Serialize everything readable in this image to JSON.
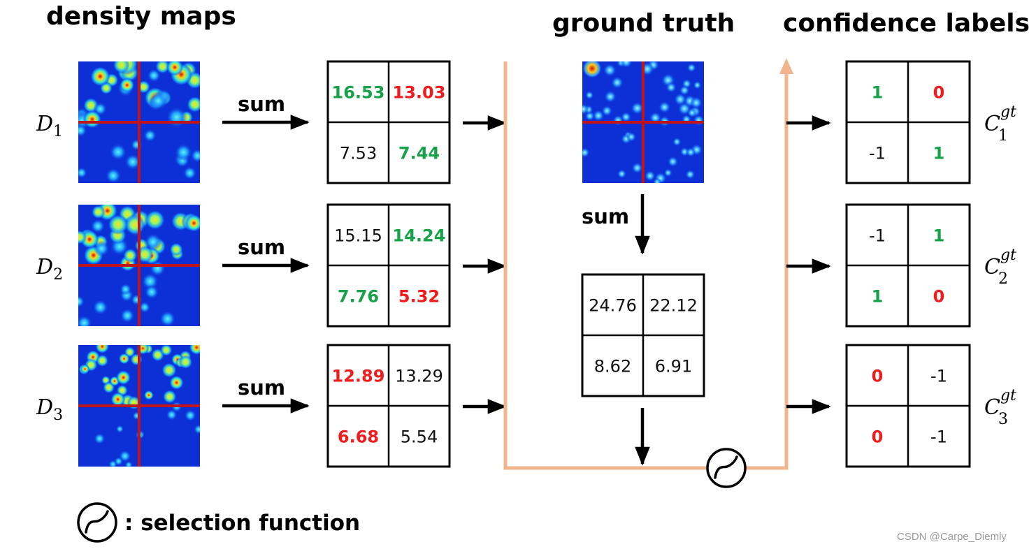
{
  "colors": {
    "green": "#17a24a",
    "red": "#ee1c1c",
    "black": "#111111",
    "flow_line": "#f2b48c",
    "divider": "#c0141a",
    "heat_bg": "#0c2fd6"
  },
  "headings": {
    "density_maps": "density maps",
    "ground_truth": "ground truth",
    "confidence_labels": "confidence labels"
  },
  "density_maps": [
    {
      "label_base": "D",
      "label_sub": "1",
      "sum_label": "sum",
      "cells": [
        {
          "value": "16.53",
          "color": "green",
          "bold": true
        },
        {
          "value": "13.03",
          "color": "red",
          "bold": true
        },
        {
          "value": "7.53",
          "color": "black",
          "bold": false
        },
        {
          "value": "7.44",
          "color": "green",
          "bold": true
        }
      ]
    },
    {
      "label_base": "D",
      "label_sub": "2",
      "sum_label": "sum",
      "cells": [
        {
          "value": "15.15",
          "color": "black",
          "bold": false
        },
        {
          "value": "14.24",
          "color": "green",
          "bold": true
        },
        {
          "value": "7.76",
          "color": "green",
          "bold": true
        },
        {
          "value": "5.32",
          "color": "red",
          "bold": true
        }
      ]
    },
    {
      "label_base": "D",
      "label_sub": "3",
      "sum_label": "sum",
      "cells": [
        {
          "value": "12.89",
          "color": "red",
          "bold": true
        },
        {
          "value": "13.29",
          "color": "black",
          "bold": false
        },
        {
          "value": "6.68",
          "color": "red",
          "bold": true
        },
        {
          "value": "5.54",
          "color": "black",
          "bold": false
        }
      ]
    }
  ],
  "ground_truth": {
    "sum_label": "sum",
    "cells": [
      {
        "value": "24.76",
        "color": "black",
        "bold": false
      },
      {
        "value": "22.12",
        "color": "black",
        "bold": false
      },
      {
        "value": "8.62",
        "color": "black",
        "bold": false
      },
      {
        "value": "6.91",
        "color": "black",
        "bold": false
      }
    ]
  },
  "confidence_labels": [
    {
      "label_base": "C",
      "label_sub": "1",
      "label_sup": "gt",
      "cells": [
        {
          "value": "1",
          "color": "green",
          "bold": true
        },
        {
          "value": "0",
          "color": "red",
          "bold": true
        },
        {
          "value": "-1",
          "color": "black",
          "bold": false
        },
        {
          "value": "1",
          "color": "green",
          "bold": true
        }
      ]
    },
    {
      "label_base": "C",
      "label_sub": "2",
      "label_sup": "gt",
      "cells": [
        {
          "value": "-1",
          "color": "black",
          "bold": false
        },
        {
          "value": "1",
          "color": "green",
          "bold": true
        },
        {
          "value": "1",
          "color": "green",
          "bold": true
        },
        {
          "value": "0",
          "color": "red",
          "bold": true
        }
      ]
    },
    {
      "label_base": "C",
      "label_sub": "3",
      "label_sup": "gt",
      "cells": [
        {
          "value": "0",
          "color": "red",
          "bold": true
        },
        {
          "value": "-1",
          "color": "black",
          "bold": false
        },
        {
          "value": "0",
          "color": "red",
          "bold": true
        },
        {
          "value": "-1",
          "color": "black",
          "bold": false
        }
      ]
    }
  ],
  "legend": {
    "icon": "selection-function-icon",
    "text": ": selection function"
  },
  "watermark": "CSDN @Carpe_Diemly"
}
